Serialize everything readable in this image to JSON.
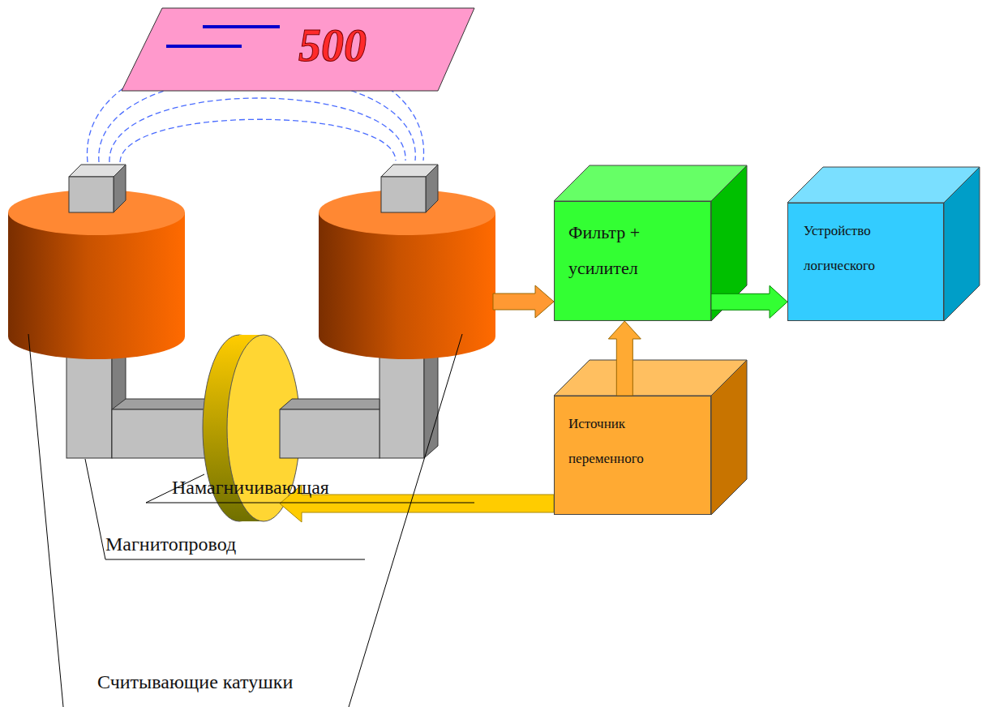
{
  "diagram": {
    "nodes": [
      {
        "text": [
          "Фильтр + усилител"
        ]
      },
      {
        "text": [
          "Устройство логического"
        ]
      },
      {
        "text": [
          "Источник переменного"
        ]
      }
    ],
    "edges": [
      {
        "from": 0,
        "to": 1,
        "arrow": "to"
      },
      {
        "from": 2,
        "to": 0,
        "arrow": "to"
      }
    ],
    "labels": [
      "500",
      "Намагничивающая",
      "Магнитопровод",
      "Считывающие катушки"
    ]
  }
}
